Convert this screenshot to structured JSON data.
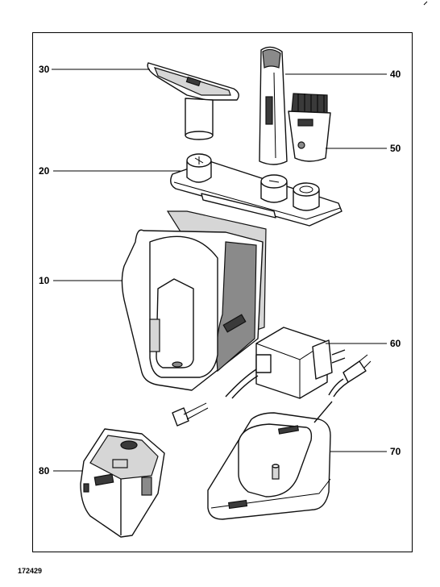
{
  "figure": {
    "document_number": "172429",
    "callouts": [
      {
        "id": "c30",
        "label": "30"
      },
      {
        "id": "c40",
        "label": "40"
      },
      {
        "id": "c50",
        "label": "50"
      },
      {
        "id": "c20",
        "label": "20"
      },
      {
        "id": "c10",
        "label": "10"
      },
      {
        "id": "c60",
        "label": "60"
      },
      {
        "id": "c70",
        "label": "70"
      },
      {
        "id": "c80",
        "label": "80"
      }
    ]
  }
}
